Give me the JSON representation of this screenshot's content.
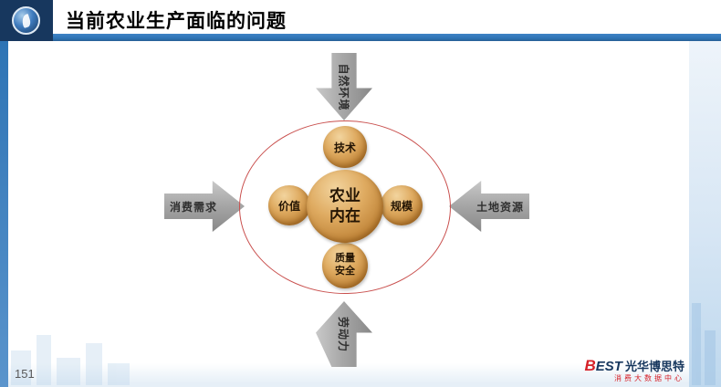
{
  "header": {
    "title": "当前农业生产面临的问题"
  },
  "diagram": {
    "center_line1": "农业",
    "center_line2": "内在",
    "node_top": "技术",
    "node_left": "价值",
    "node_right": "规模",
    "node_bottom_line1": "质量",
    "node_bottom_line2": "安全",
    "arrow_top": "自然环境",
    "arrow_left": "消费需求",
    "arrow_right": "土地资源",
    "arrow_bottom": "劳动力"
  },
  "footer": {
    "page_number": "151",
    "brand_mark": "B",
    "brand_name": "EST",
    "brand_cn": "光华博思特",
    "brand_sub": "消费大数据中心"
  },
  "colors": {
    "navy": "#17375e",
    "accent-blue": "#2e74b5",
    "gold": "#c98e3f",
    "ellipse-red": "#c9504e",
    "arrow-gray": "#a8a8a8",
    "brand-red": "#d62128",
    "text-dark": "#241504"
  }
}
